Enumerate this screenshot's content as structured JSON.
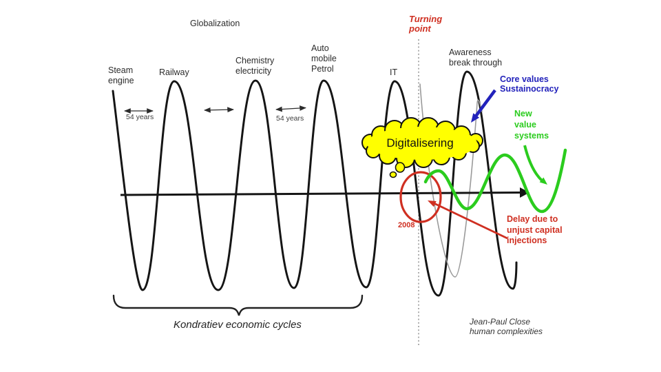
{
  "diagram": {
    "title": "Globalization",
    "turning_point": {
      "line1": "Turning",
      "line2": "point"
    },
    "cycle_labels": [
      {
        "name": "steam-engine",
        "lines": [
          "Steam",
          "engine"
        ]
      },
      {
        "name": "railway",
        "lines": [
          "Railway"
        ]
      },
      {
        "name": "chemistry",
        "lines": [
          "Chemistry",
          "electricity"
        ]
      },
      {
        "name": "automobile",
        "lines": [
          "Auto",
          "mobile",
          "Petrol"
        ]
      },
      {
        "name": "it",
        "lines": [
          "IT"
        ]
      },
      {
        "name": "awareness",
        "lines": [
          "Awareness",
          "break through"
        ]
      }
    ],
    "period_label_left": "54 years",
    "period_label_right": "54 years",
    "cloud_label": "Digitalisering",
    "core_values": {
      "line1": "Core values",
      "line2": "Sustainocracy"
    },
    "new_value_systems": {
      "line1": "New",
      "line2": "value",
      "line3": "systems"
    },
    "delay_note": {
      "line1": "Delay due to",
      "line2": "unjust capital",
      "line3": "injections"
    },
    "year": "2008",
    "brace_label": "Kondratiev economic cycles",
    "attribution": {
      "line1": "Jean-Paul Close",
      "line2": "human complexities"
    },
    "colors": {
      "wave": "#151515",
      "echo_wave": "#9a9a9a",
      "green": "#2bcc1e",
      "blue": "#2222bb",
      "red": "#cf2f21",
      "cloud_fill": "#ffff00",
      "label_text": "#2b2b2b"
    }
  }
}
